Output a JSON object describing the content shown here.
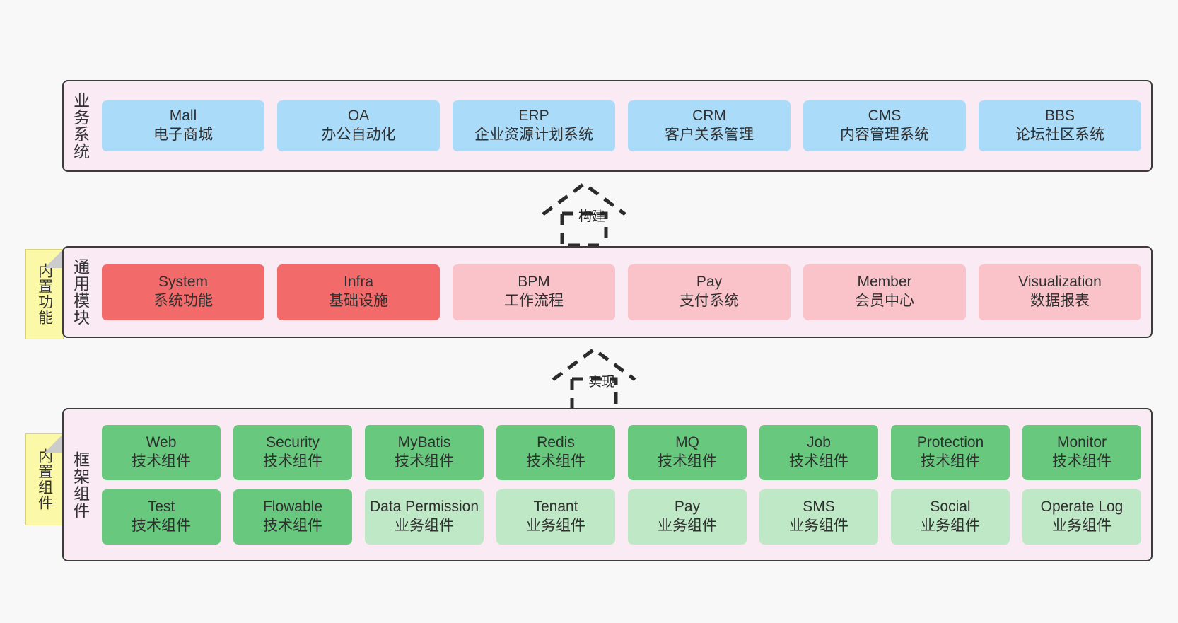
{
  "diagram": {
    "background_color": "#f8f8f8",
    "layer_fill": "#f9eaf4",
    "layer_border": "#3c3c3c",
    "note_fill": "#fbf8a8"
  },
  "layers": {
    "business": {
      "title": "业务系统",
      "color": "#aadcfa",
      "items": [
        {
          "name": "Mall",
          "desc": "电子商城"
        },
        {
          "name": "OA",
          "desc": "办公自动化"
        },
        {
          "name": "ERP",
          "desc": "企业资源计划系统"
        },
        {
          "name": "CRM",
          "desc": "客户关系管理"
        },
        {
          "name": "CMS",
          "desc": "内容管理系统"
        },
        {
          "name": "BBS",
          "desc": "论坛社区系统"
        }
      ]
    },
    "common": {
      "title": "通用模块",
      "note": "内置功能",
      "color_primary": "#f26a6a",
      "color_secondary": "#fac3ca",
      "items": [
        {
          "name": "System",
          "desc": "系统功能",
          "variant": "c-red"
        },
        {
          "name": "Infra",
          "desc": "基础设施",
          "variant": "c-red"
        },
        {
          "name": "BPM",
          "desc": "工作流程",
          "variant": "c-pink"
        },
        {
          "name": "Pay",
          "desc": "支付系统",
          "variant": "c-pink"
        },
        {
          "name": "Member",
          "desc": "会员中心",
          "variant": "c-pink"
        },
        {
          "name": "Visualization",
          "desc": "数据报表",
          "variant": "c-pink"
        }
      ]
    },
    "framework": {
      "title": "框架组件",
      "note": "内置组件",
      "color_tech": "#68c87e",
      "color_business": "#bfe8c6",
      "row1": [
        {
          "name": "Web",
          "desc": "技术组件",
          "variant": "c-green"
        },
        {
          "name": "Security",
          "desc": "技术组件",
          "variant": "c-green"
        },
        {
          "name": "MyBatis",
          "desc": "技术组件",
          "variant": "c-green"
        },
        {
          "name": "Redis",
          "desc": "技术组件",
          "variant": "c-green"
        },
        {
          "name": "MQ",
          "desc": "技术组件",
          "variant": "c-green"
        },
        {
          "name": "Job",
          "desc": "技术组件",
          "variant": "c-green"
        },
        {
          "name": "Protection",
          "desc": "技术组件",
          "variant": "c-green"
        },
        {
          "name": "Monitor",
          "desc": "技术组件",
          "variant": "c-green"
        }
      ],
      "row2": [
        {
          "name": "Test",
          "desc": "技术组件",
          "variant": "c-green"
        },
        {
          "name": "Flowable",
          "desc": "技术组件",
          "variant": "c-green"
        },
        {
          "name": "Data Permission",
          "desc": "业务组件",
          "variant": "c-lightgreen"
        },
        {
          "name": "Tenant",
          "desc": "业务组件",
          "variant": "c-lightgreen"
        },
        {
          "name": "Pay",
          "desc": "业务组件",
          "variant": "c-lightgreen"
        },
        {
          "name": "SMS",
          "desc": "业务组件",
          "variant": "c-lightgreen"
        },
        {
          "name": "Social",
          "desc": "业务组件",
          "variant": "c-lightgreen"
        },
        {
          "name": "Operate Log",
          "desc": "业务组件",
          "variant": "c-lightgreen"
        }
      ]
    }
  },
  "arrows": [
    {
      "label": "构建",
      "from": "通用模块",
      "to": "业务系统"
    },
    {
      "label": "实现",
      "from": "框架组件",
      "to": "通用模块"
    }
  ]
}
